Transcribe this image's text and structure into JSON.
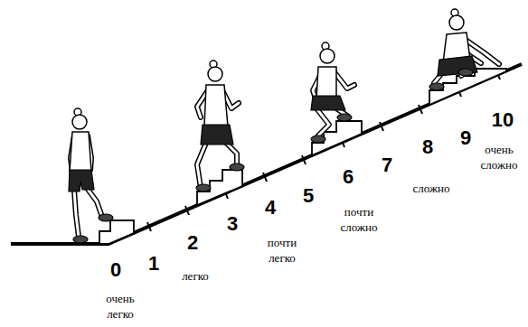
{
  "diagram": {
    "labels": [
      "0",
      "1",
      "2",
      "3",
      "4",
      "5",
      "6",
      "7",
      "8",
      "9",
      "10",
      "очень легко",
      "легко",
      "почти легко",
      "почти сложно",
      "сложно",
      "очень сложно"
    ]
  }
}
